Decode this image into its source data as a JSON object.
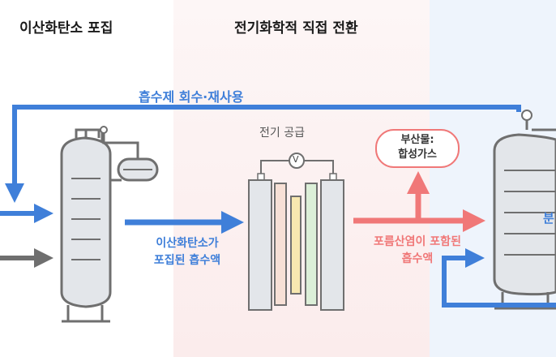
{
  "sections": {
    "capture": "이산화탄소 포집",
    "conversion": "전기화학적 직접 전환"
  },
  "labels": {
    "recycle": "흡수제 회수·재사용",
    "power": "전기 공급",
    "voltmeter": "V",
    "captured_line1": "이산화탄소가",
    "captured_line2": "포집된 흡수액",
    "formate_line1": "포름산염이 포함된",
    "formate_line2": "흡수액",
    "byproduct_line1": "부산물:",
    "byproduct_line2": "합성가스",
    "right_partial": "분"
  },
  "colors": {
    "blue": "#3f7fd9",
    "red": "#f07878",
    "gray": "#6f6f6f",
    "vessel": "#e3e6ea"
  }
}
